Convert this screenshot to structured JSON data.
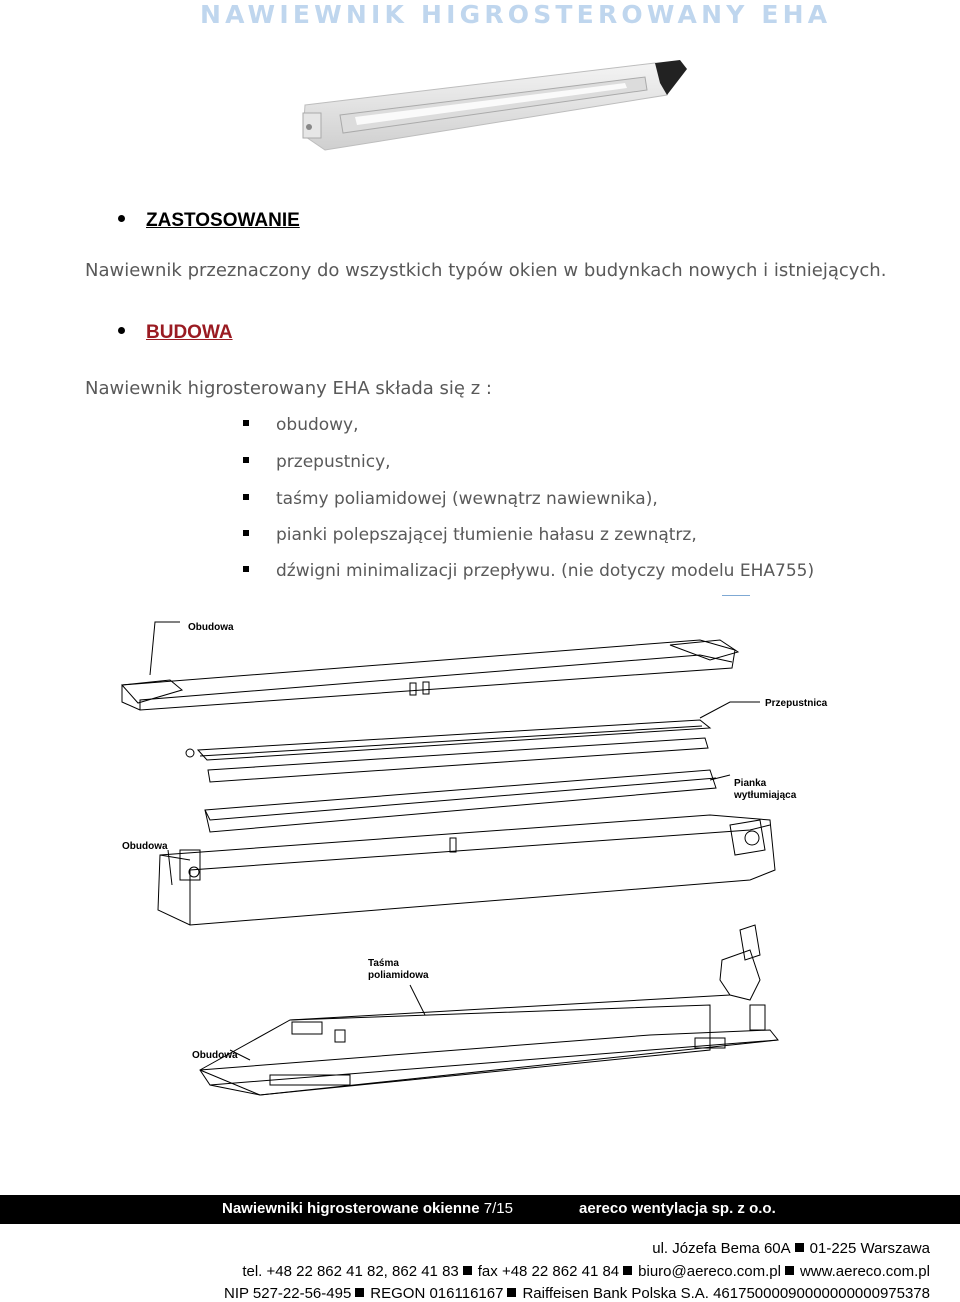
{
  "page_title": "NAWIEWNIK HIGROSTEROWANY EHA",
  "section1": {
    "heading": "ZASTOSOWANIE",
    "text": "Nawiewnik przeznaczony do wszystkich typów okien w budynkach nowych i istniejących."
  },
  "section2": {
    "heading": "BUDOWA",
    "intro": "Nawiewnik higrosterowany EHA składa się z :",
    "items": [
      "obudowy,",
      "przepustnicy,",
      "taśmy poliamidowej (wewnątrz nawiewnika),",
      "pianki polepszającej tłumienie hałasu z zewnątrz,",
      "dźwigni minimalizacji przepływu. (nie dotyczy modelu EHA755)"
    ]
  },
  "diagram_labels": {
    "obudowa_top": "Obudowa",
    "przepustnica": "Przepustnica",
    "pianka_line1": "Pianka",
    "pianka_line2": "wytłumiająca",
    "obudowa_mid": "Obudowa",
    "tasma_line1": "Taśma",
    "tasma_line2": "poliamidowa",
    "obudowa_bottom": "Obudowa"
  },
  "footer": {
    "bar_left": "Nawiewniki higrosterowane okienne",
    "page": "7/15",
    "bar_right": "aereco wentylacja sp. z o.o.",
    "address": [
      "ul. Józefa Bema 60A",
      "01-225 Warszawa"
    ],
    "contact": [
      "tel. +48 22 862 41 82, 862 41 83",
      "fax +48 22 862 41 84",
      "biuro@aereco.com.pl",
      "www.aereco.com.pl"
    ],
    "registry": [
      "NIP 527-22-56-495",
      "REGON 016116167",
      "Raiffeisen Bank Polska S.A. 46175000090000000000975378"
    ]
  },
  "colors": {
    "title": "#bfd6ee",
    "body_text": "#595959",
    "footer_bar": "#000000"
  }
}
